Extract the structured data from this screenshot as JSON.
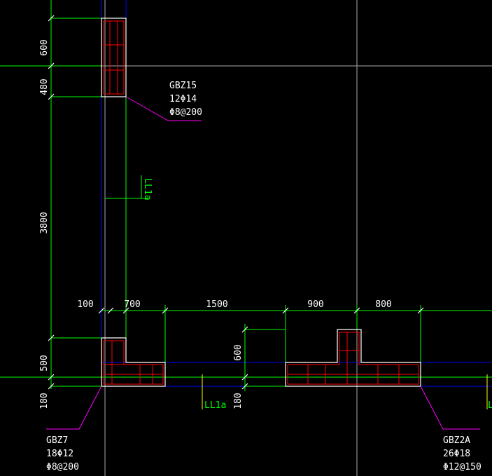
{
  "dimensions": {
    "left_600": "600",
    "left_480": "480",
    "left_3800": "3800",
    "left_500": "500",
    "left_180": "180",
    "top_100": "100",
    "top_700": "700",
    "top_1500": "1500",
    "top_900": "900",
    "top_800": "800",
    "mid_600": "600",
    "mid_180": "180"
  },
  "beam_labels": {
    "vertical": "LL1a",
    "horizontal": "LL1a",
    "right_edge": "L"
  },
  "columns": {
    "gbz15": {
      "name": "GBZ15",
      "rebar": "12Φ14",
      "stirrup": "Φ8@200"
    },
    "gbz7": {
      "name": "GBZ7",
      "rebar": "18Φ12",
      "stirrup": "Φ8@200"
    },
    "gbz2a": {
      "name": "GBZ2A",
      "rebar": "26Φ18",
      "stirrup": "Φ12@150"
    }
  },
  "colors": {
    "background": "#000000",
    "dimension": "#00ff00",
    "wall_axis": "#0000ff",
    "column_outline": "#ffffff",
    "rebar": "#ff0000",
    "leader": "#ff00ff",
    "beam_marker": "#ffff00"
  }
}
